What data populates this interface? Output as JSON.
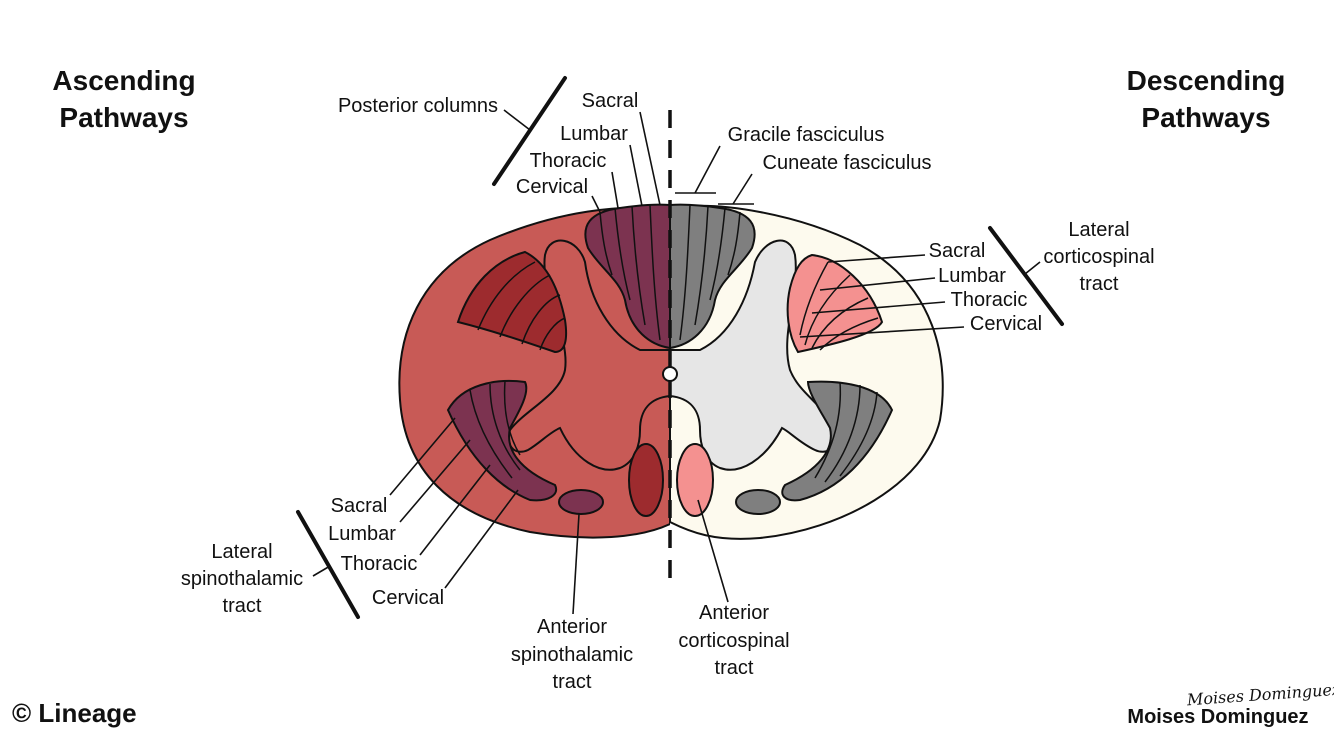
{
  "headings": {
    "ascending": [
      "Ascending",
      "Pathways"
    ],
    "descending": [
      "Descending",
      "Pathways"
    ]
  },
  "left_labels": {
    "posterior_columns": "Posterior columns",
    "posterior_sacral": "Sacral",
    "posterior_lumbar": "Lumbar",
    "posterior_thoracic": "Thoracic",
    "posterior_cervical": "Cervical",
    "lst_sacral": "Sacral",
    "lst_lumbar": "Lumbar",
    "lst_thoracic": "Thoracic",
    "lst_cervical": "Cervical",
    "lateral_spinothalamic": [
      "Lateral",
      "spinothalamic",
      "tract"
    ],
    "anterior_spinothalamic": [
      "Anterior",
      "spinothalamic",
      "tract"
    ]
  },
  "right_labels": {
    "gracile": "Gracile fasciculus",
    "cuneate": "Cuneate fasciculus",
    "lateral_corticospinal": [
      "Lateral",
      "corticospinal",
      "tract"
    ],
    "lct_sacral": "Sacral",
    "lct_lumbar": "Lumbar",
    "lct_thoracic": "Thoracic",
    "lct_cervical": "Cervical",
    "anterior_corticospinal": [
      "Anterior",
      "corticospinal",
      "tract"
    ]
  },
  "credits": {
    "copyright": "© Lineage",
    "author": "Moises Dominguez",
    "signature": "Moises Dominguez"
  },
  "colors": {
    "ascending_white_matter": "#c85a56",
    "descending_white_matter": "#fdfaee",
    "gray_matter_left": "#c85a56",
    "gray_matter_right": "#e6e6e6",
    "posterior_column_left": "#7c3350",
    "posterior_column_right": "#7f7f7f",
    "spinothalamic": "#7c3350",
    "tract_dark_red": "#9d2b2e",
    "corticospinal_pink": "#f49190",
    "descending_gray_tract": "#7f7f7f",
    "outline": "#111111"
  }
}
